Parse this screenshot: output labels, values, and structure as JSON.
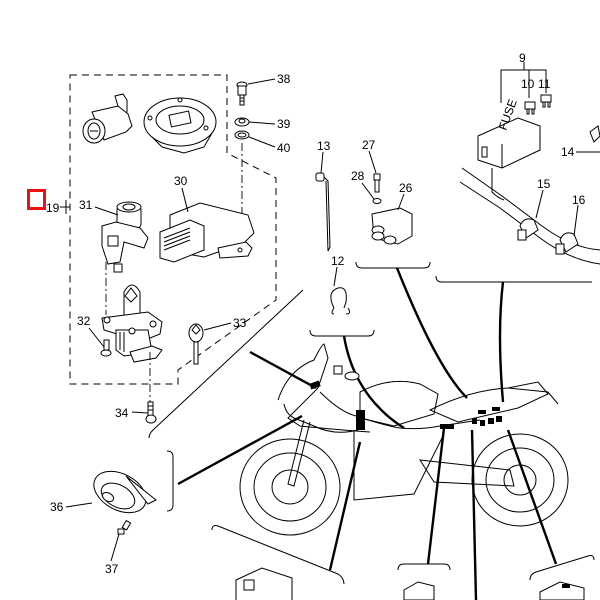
{
  "diagram": {
    "type": "exploded parts diagram",
    "subject": "motorcycle electrical components",
    "labels": {
      "p9": "9",
      "p10": "10",
      "p11": "11",
      "p12": "12",
      "p13": "13",
      "p14": "14",
      "p15": "15",
      "p16": "16",
      "p19": "19",
      "p26": "26",
      "p27": "27",
      "p28": "28",
      "p30": "30",
      "p31": "31",
      "p32": "32",
      "p33": "33",
      "p34": "34",
      "p36": "36",
      "p37": "37",
      "p38": "38",
      "p39": "39",
      "p40": "40"
    },
    "fuse_box_text": "FUSE",
    "selection_marker": {
      "color": "#ee1111",
      "target_label": "19"
    }
  }
}
